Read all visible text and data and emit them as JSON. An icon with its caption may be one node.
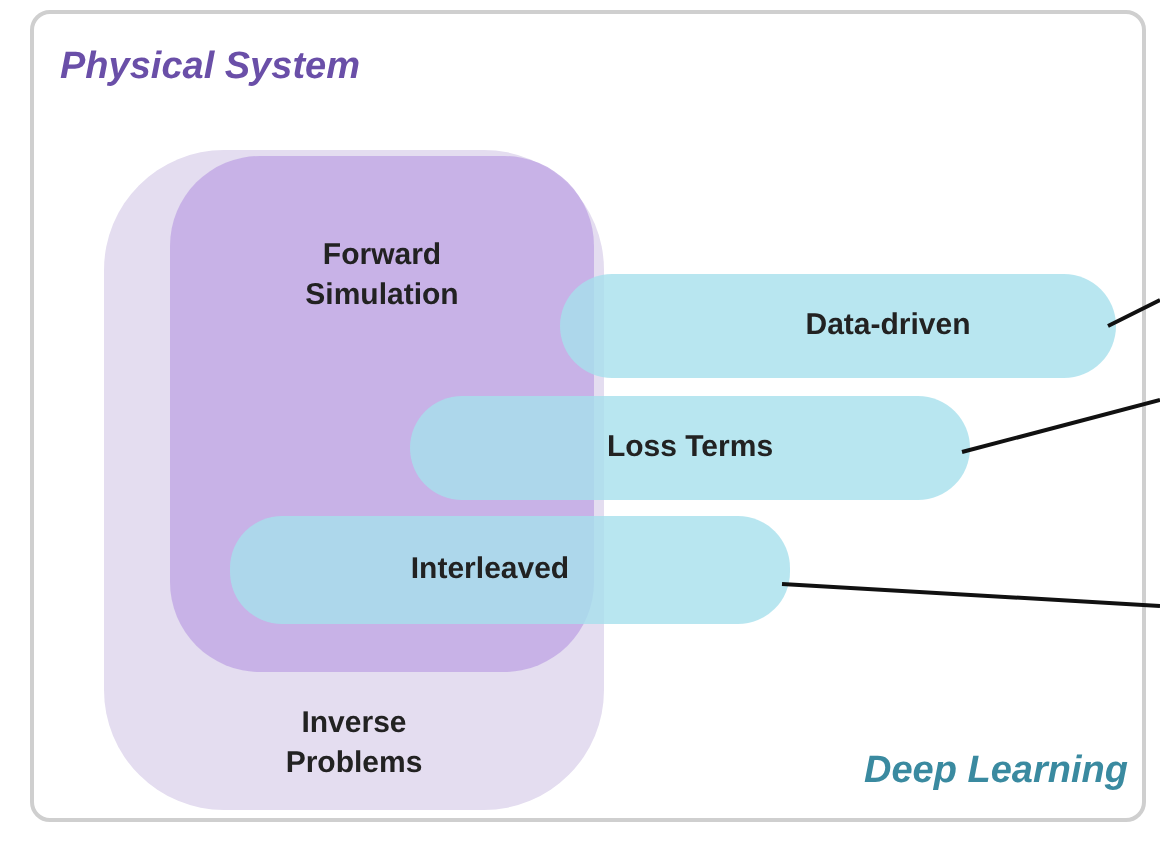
{
  "diagram": {
    "nodes": [
      {
        "text": [
          "Inverse Problems"
        ]
      },
      {
        "text": [
          "Forward Simulation"
        ],
        "in": 0
      },
      {
        "text": [
          "Data-driven"
        ]
      },
      {
        "text": [
          "Loss Terms"
        ]
      },
      {
        "text": [
          "Interleaved"
        ]
      }
    ],
    "edges": [
      {
        "from": 2,
        "to": null,
        "arrow": "none"
      },
      {
        "from": 3,
        "to": null,
        "arrow": "none"
      },
      {
        "from": 4,
        "to": null,
        "arrow": "none"
      }
    ],
    "labels": [
      "Physical System",
      "Deep Learning"
    ]
  }
}
